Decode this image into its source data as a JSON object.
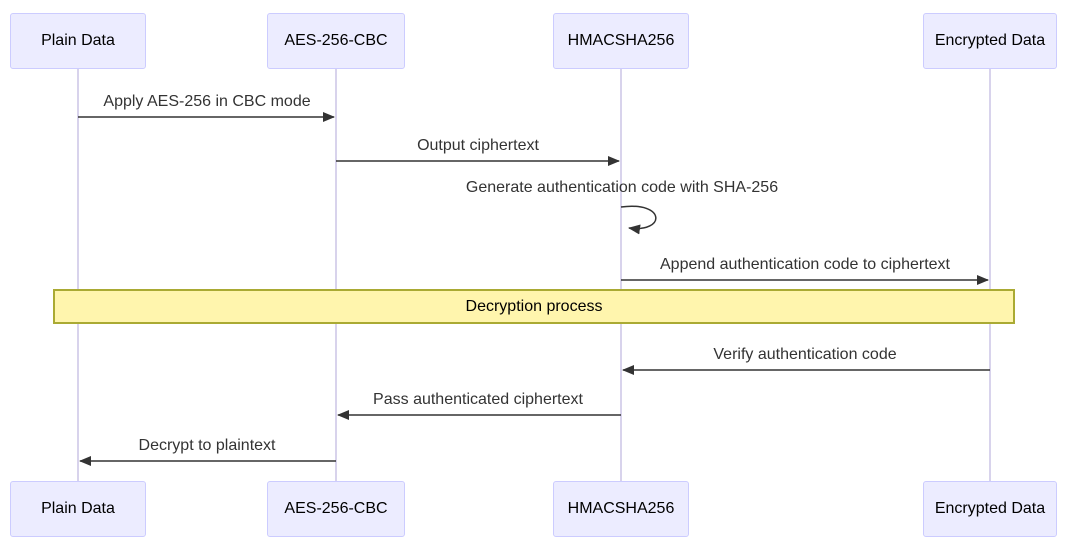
{
  "diagram": {
    "type": "sequence-diagram",
    "actors": [
      {
        "id": "plain-data",
        "label": "Plain Data"
      },
      {
        "id": "aes-256-cbc",
        "label": "AES-256-CBC"
      },
      {
        "id": "hmacsha256",
        "label": "HMACSHA256"
      },
      {
        "id": "encrypted-data",
        "label": "Encrypted Data"
      }
    ],
    "messages": [
      {
        "from": "plain-data",
        "to": "aes-256-cbc",
        "label": "Apply AES-256 in CBC mode",
        "arrow": "solid-right"
      },
      {
        "from": "aes-256-cbc",
        "to": "hmacsha256",
        "label": "Output ciphertext",
        "arrow": "solid-right"
      },
      {
        "from": "hmacsha256",
        "to": "hmacsha256",
        "label": "Generate authentication code with SHA-256",
        "arrow": "self-loop"
      },
      {
        "from": "hmacsha256",
        "to": "encrypted-data",
        "label": "Append authentication code to ciphertext",
        "arrow": "solid-right"
      },
      {
        "from": "encrypted-data",
        "to": "hmacsha256",
        "label": "Verify authentication code",
        "arrow": "solid-left"
      },
      {
        "from": "hmacsha256",
        "to": "aes-256-cbc",
        "label": "Pass authenticated ciphertext",
        "arrow": "solid-left"
      },
      {
        "from": "aes-256-cbc",
        "to": "plain-data",
        "label": "Decrypt to plaintext",
        "arrow": "solid-left"
      }
    ],
    "note": {
      "label": "Decryption process",
      "position": "over all actors"
    },
    "colors": {
      "actor_fill": "#ECECFF",
      "actor_border": "#CCCCFF",
      "lifeline": "#D8D3EC",
      "note_fill": "#FFF5AD",
      "note_border": "#AAAA33",
      "message_text": "#333333",
      "arrow": "#333333"
    }
  }
}
